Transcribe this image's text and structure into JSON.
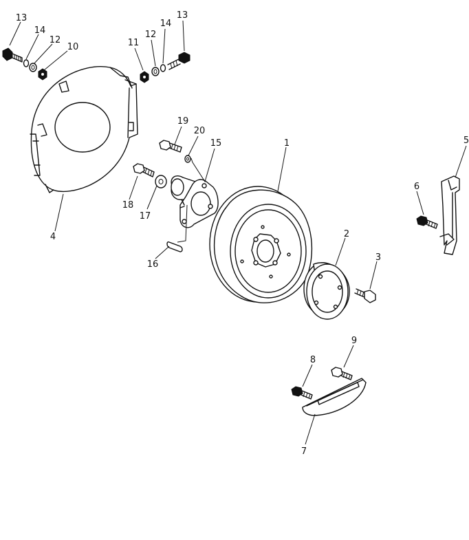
{
  "callouts": {
    "c1": "1",
    "c2": "2",
    "c3": "3",
    "c4": "4",
    "c5": "5",
    "c6": "6",
    "c7": "7",
    "c8": "8",
    "c9": "9",
    "c10": "10",
    "c11": "11",
    "c12a": "12",
    "c12b": "12",
    "c13a": "13",
    "c13b": "13",
    "c14a": "14",
    "c14b": "14",
    "c15": "15",
    "c16": "16",
    "c17": "17",
    "c18": "18",
    "c19": "19",
    "c20": "20"
  }
}
